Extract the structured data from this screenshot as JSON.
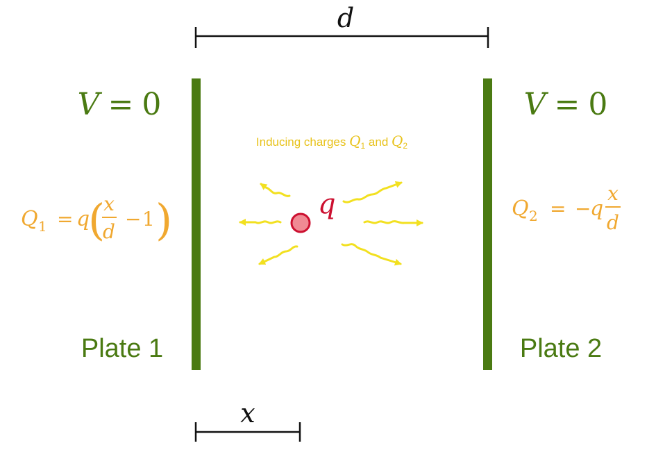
{
  "dimensions": {
    "d_label": "d",
    "x_label": "x"
  },
  "plate1": {
    "potential": {
      "var": "V",
      "eq": "=",
      "value": "0"
    },
    "label": "Plate 1",
    "charge": {
      "lhs": "Q",
      "lhs_sub": "1",
      "eq": "=",
      "q": "q",
      "frac_num": "x",
      "frac_den": "d",
      "minus": "−",
      "one": "1",
      "lparen": "(",
      "rparen": ")"
    }
  },
  "plate2": {
    "potential": {
      "var": "V",
      "eq": "=",
      "value": "0"
    },
    "label": "Plate 2",
    "charge": {
      "lhs": "Q",
      "lhs_sub": "2",
      "eq": "=",
      "minus": "−",
      "q": "q",
      "frac_num": "x",
      "frac_den": "d"
    }
  },
  "point_charge": {
    "label": "q"
  },
  "caption": {
    "prefix": "Inducing charges ",
    "q1": "Q",
    "q1_sub": "1",
    "and": " and ",
    "q2": "Q",
    "q2_sub": "2"
  },
  "colors": {
    "plate": "#4a7a12",
    "plate_text": "#4a7a12",
    "charge_text": "#f0a830",
    "caption": "#e8c21a",
    "wave": "#f2e020",
    "point_fill": "#f08a94",
    "point_stroke": "#cc1030",
    "q_text": "#cc1030",
    "dim": "#111111"
  }
}
